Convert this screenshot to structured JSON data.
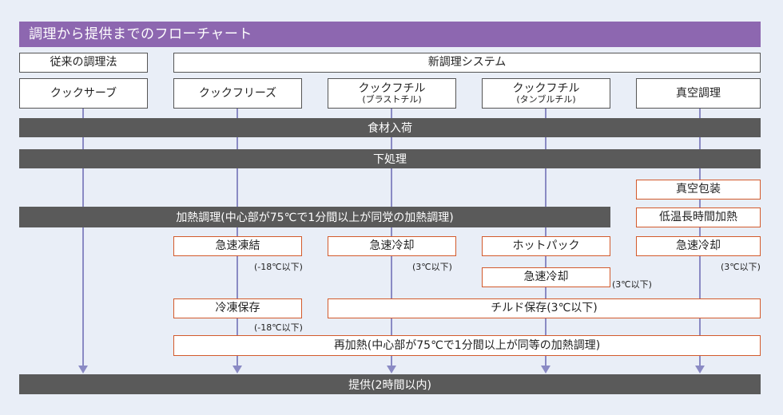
{
  "title": "調理から提供までのフローチャート",
  "top_labels": {
    "traditional": "従来の調理法",
    "new_system": "新調理システム"
  },
  "methods": [
    {
      "label": "クックサーブ",
      "sub": ""
    },
    {
      "label": "クックフリーズ",
      "sub": ""
    },
    {
      "label": "クックフチル",
      "sub": "(ブラストチル)"
    },
    {
      "label": "クックフチル",
      "sub": "(タンブルチル)"
    },
    {
      "label": "真空調理",
      "sub": ""
    }
  ],
  "steps": {
    "receiving": "食材入荷",
    "prep": "下処理",
    "vacuum_pack": "真空包装",
    "low_temp": "低温長時間加熱",
    "heating": "加熱調理(中心部が75℃で1分間以上が同党の加熱調理)",
    "quick_freeze": "急速凍結",
    "quick_chill_blast": "急速冷却",
    "hot_pack": "ホットパック",
    "quick_chill_vacuum": "急速冷却",
    "quick_chill_tumble": "急速冷却",
    "frozen_storage": "冷凍保存",
    "chilled_storage": "チルド保存(3℃以下)",
    "reheat": "再加熱(中心部が75℃で1分間以上が同等の加熱調理)",
    "serve": "提供(2時間以内)"
  },
  "notes": {
    "freeze_temp": "(-18℃以下)",
    "blast_temp": "(3℃以下)",
    "vacuum_temp": "(3℃以下)",
    "tumble_temp": "(3℃以下)",
    "frozen_storage_temp": "(-18℃以下)"
  },
  "colors": {
    "header": "#8d67b0",
    "bar": "#5a5a5a",
    "line": "#8a8ac4",
    "orange_border": "#d35a2c"
  }
}
